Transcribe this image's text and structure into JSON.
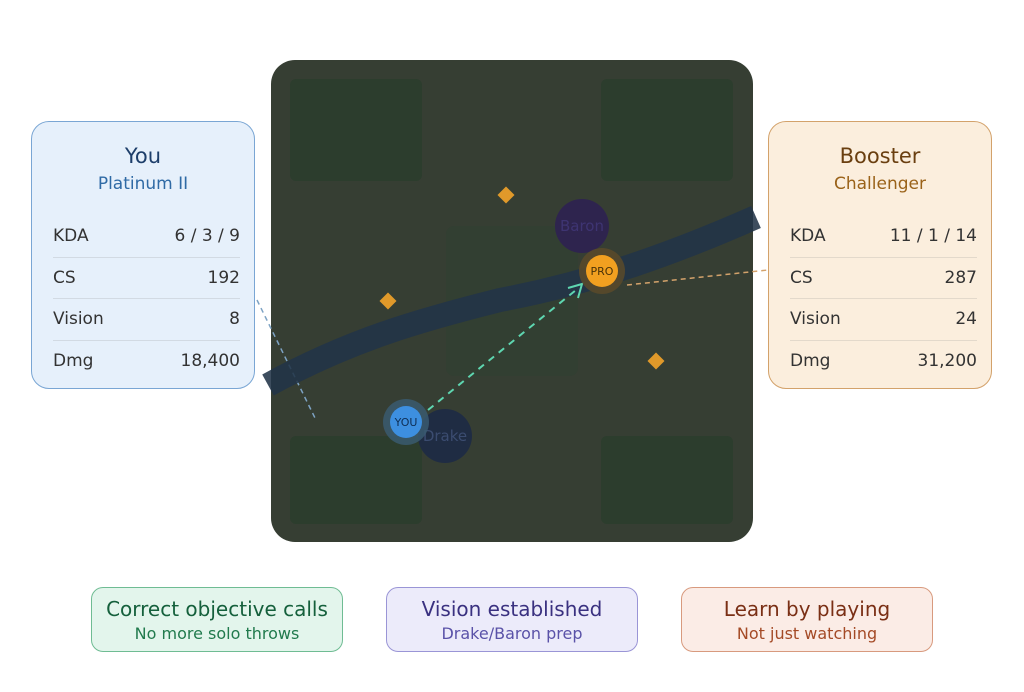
{
  "you_card": {
    "title": "You",
    "rank": "Platinum II",
    "stats": [
      {
        "label": "KDA",
        "value": "6 / 3 / 9"
      },
      {
        "label": "CS",
        "value": "192"
      },
      {
        "label": "Vision",
        "value": "8"
      },
      {
        "label": "Dmg",
        "value": "18,400"
      }
    ]
  },
  "booster_card": {
    "title": "Booster",
    "rank": "Challenger",
    "stats": [
      {
        "label": "KDA",
        "value": "11 / 1 / 14"
      },
      {
        "label": "CS",
        "value": "287"
      },
      {
        "label": "Vision",
        "value": "24"
      },
      {
        "label": "Dmg",
        "value": "31,200"
      }
    ]
  },
  "map": {
    "baron_label": "Baron",
    "drake_label": "Drake",
    "pro_marker": "PRO",
    "you_marker": "YOU",
    "colors": {
      "map_bg": "#363e33",
      "river": "#223448",
      "ward": "#e0992a",
      "pro": "#f2a020",
      "you": "#3d8fe0",
      "path": "#5ed6b0"
    }
  },
  "pills": [
    {
      "title": "Correct objective calls",
      "subtitle": "No more solo throws"
    },
    {
      "title": "Vision established",
      "subtitle": "Drake/Baron prep"
    },
    {
      "title": "Learn by playing",
      "subtitle": "Not just watching"
    }
  ]
}
